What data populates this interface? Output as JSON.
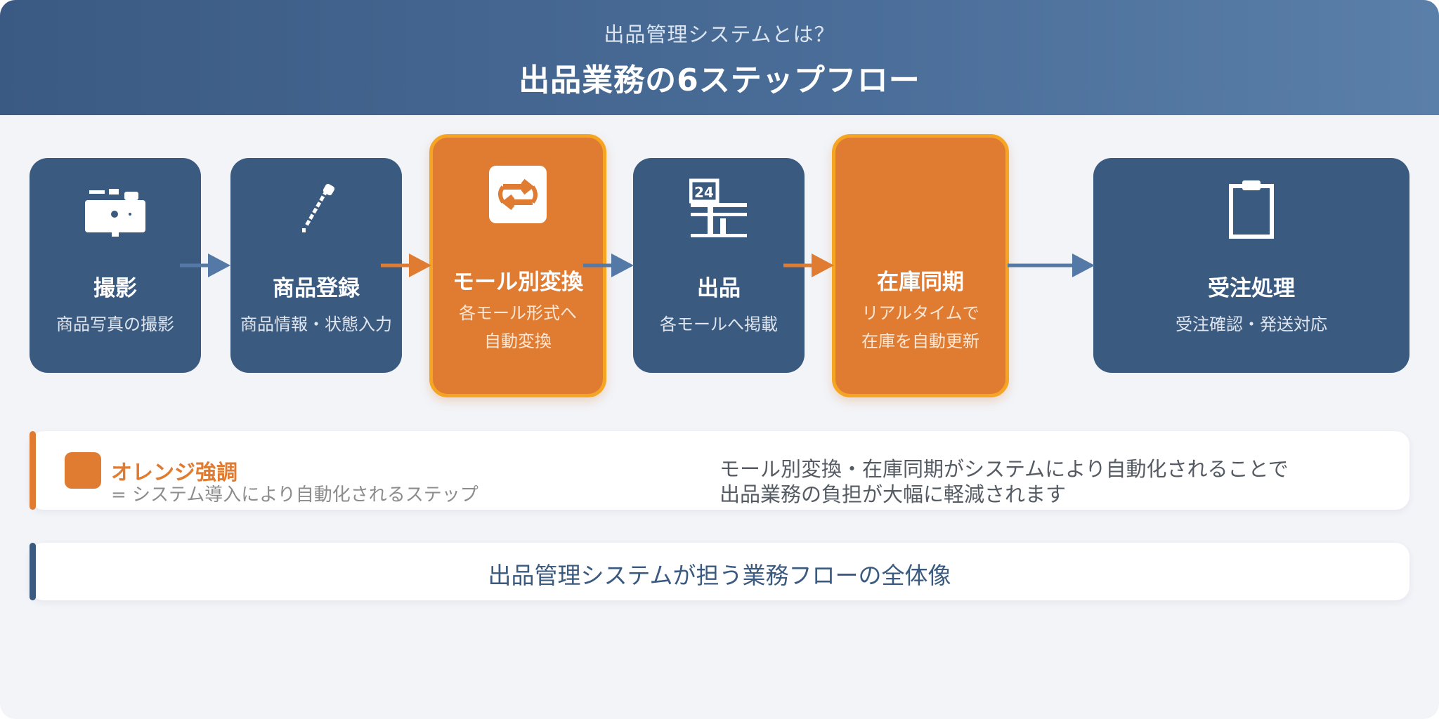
{
  "header": {
    "subtitle": "出品管理システムとは？",
    "title": "出品業務の6ステップフロー"
  },
  "colors": {
    "header_bg": "#3b5a83",
    "step_blue": "#3b5a80",
    "step_orange": "#e07b32",
    "orange_border": "#f6a523",
    "page_bg": "#f2f4f8"
  },
  "steps": [
    {
      "label": "撮影",
      "desc": [
        "商品写真の撮影"
      ],
      "icon": "camera-icon",
      "highlight": false
    },
    {
      "label": "商品登録",
      "desc": [
        "商品情報・状態入力"
      ],
      "icon": "pen-icon",
      "highlight": false
    },
    {
      "label": "モール別変換",
      "desc": [
        "各モール形式へ",
        "自動変換"
      ],
      "icon": "convert-arrows-icon",
      "highlight": true
    },
    {
      "label": "出品",
      "desc": [
        "各モールへ掲載"
      ],
      "icon": "listing-icon",
      "highlight": false
    },
    {
      "label": "在庫同期",
      "desc": [
        "リアルタイムで",
        "在庫を自動更新"
      ],
      "icon": "",
      "highlight": true
    },
    {
      "label": "受注処理",
      "desc": [
        "受注確認・発送対応"
      ],
      "icon": "clipboard-icon",
      "highlight": false
    }
  ],
  "legend": {
    "title": "オレンジ強調",
    "subtitle": "= システム導入により自動化されるステップ",
    "note_lines": [
      "モール別変換・在庫同期がシステムにより自動化されることで",
      "出品業務の負担が大幅に軽減されます"
    ]
  },
  "summary": {
    "text": "出品管理システムが担う業務フローの全体像"
  }
}
